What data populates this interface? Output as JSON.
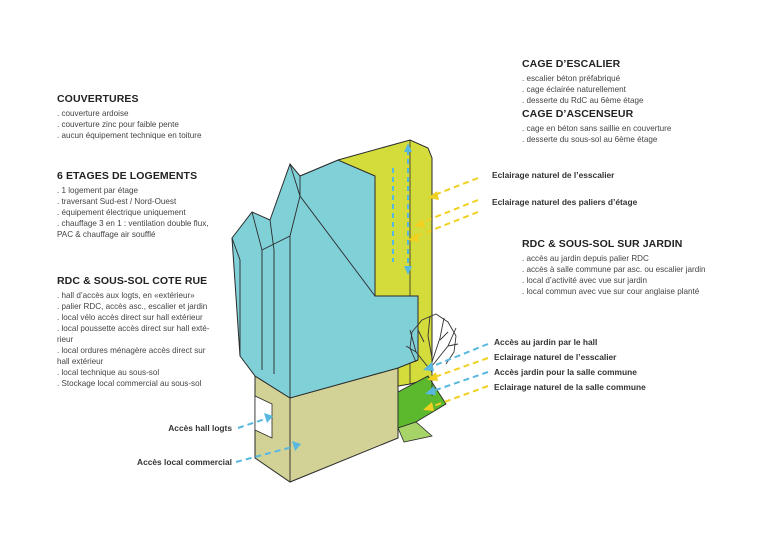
{
  "colors": {
    "roof_cyan": "#80d0d8",
    "yellow_green": "#d4dc3c",
    "base_olive": "#d2d296",
    "garden_green": "#5cb82c",
    "arrow_yellow": "#f0d020",
    "arrow_blue": "#58b8e0",
    "text": "#333333"
  },
  "blocks": {
    "couvertures": {
      "title": "COUVERTURES",
      "items": [
        ". couverture ardoise",
        ". couverture zinc pour faible pente",
        ". aucun équipement technique en toiture"
      ]
    },
    "etages": {
      "title": "6 ETAGES DE LOGEMENTS",
      "items": [
        ". 1 logement par étage",
        ". traversant Sud-est / Nord-Ouest",
        ". équipement électrique uniquement",
        ". chauffage 3 en 1 : ventilation double flux,",
        "PAC & chauffage air soufflé"
      ]
    },
    "rdc_rue": {
      "title": "RDC & SOUS-SOL COTE RUE",
      "items": [
        ". hall d’accès aux logts, en «extérieur»",
        ". palier RDC,  accès asc., escalier et jardin",
        ". local vélo accès direct sur hall extérieur",
        ". local poussette accès direct sur hall exté-",
        "rieur",
        ". local ordures ménagère accès direct sur",
        "hall extérieur",
        ". local technique au sous-sol",
        ". Stockage local commercial au sous-sol"
      ]
    },
    "cage_escalier": {
      "title": "CAGE D’ESCALIER",
      "items": [
        ". escalier béton préfabriqué",
        ". cage éclairée naturellement",
        ". desserte du RdC au 6ème étage"
      ]
    },
    "cage_ascenseur": {
      "title": "CAGE D’ASCENSEUR",
      "items": [
        ". cage en béton sans saillie en couverture",
        ". desserte du sous-sol au 6ème étage"
      ]
    },
    "rdc_jardin": {
      "title": "RDC  & SOUS-SOL SUR JARDIN",
      "items": [
        ". accès au jardin depuis palier RDC",
        ". accès à salle commune par asc. ou escalier jardin",
        ". local d’activité avec vue sur jardin",
        ". local commun avec vue sur cour anglaise planté"
      ]
    }
  },
  "labels": {
    "eclairage_escalier_top": "Eclairage naturel de l’esscalier",
    "eclairage_paliers": "Eclairage naturel des paliers d’étage",
    "acces_jardin_hall": "Accès au jardin par le hall",
    "eclairage_escalier_low": "Eclairage naturel de l’esscalier",
    "acces_jardin_salle": "Accès jardin pour la salle commune",
    "eclairage_salle": "Eclairage naturel de la salle commune",
    "acces_hall": "Accès hall logts",
    "acces_local": "Accès local commercial"
  }
}
